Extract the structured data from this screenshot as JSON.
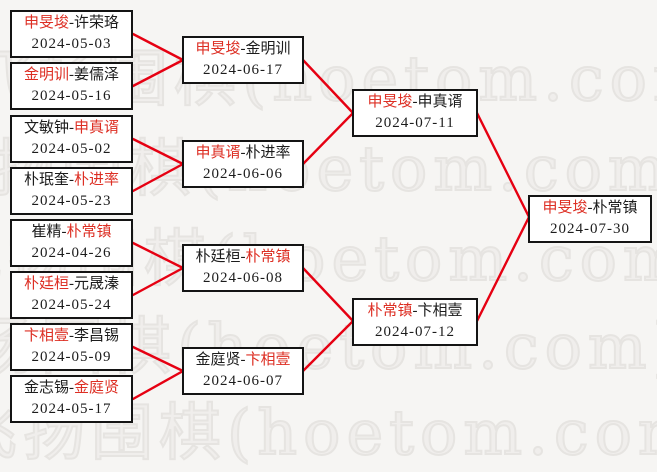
{
  "watermark": {
    "text": "飞扬围棋(hoetom.com)"
  },
  "separator": "-",
  "colors": {
    "background": "#f6f5f3",
    "box_background": "#ffffff",
    "box_border": "#141414",
    "player_text": "#1c1c1c",
    "winner_red": "#dd2f24",
    "connector_red": "#e60012",
    "watermark_gray": "#e6e4e1"
  },
  "bracket": {
    "type": "single-elimination",
    "rounds": [
      {
        "name": "round-of-16",
        "matches": [
          {
            "p1": "申旻埈",
            "p2": "许荣珞",
            "p1_winner": true,
            "p2_winner": false,
            "date": "2024-05-03"
          },
          {
            "p1": "金明训",
            "p2": "姜儒泽",
            "p1_winner": true,
            "p2_winner": false,
            "date": "2024-05-16"
          },
          {
            "p1": "文敏钟",
            "p2": "申真谞",
            "p1_winner": false,
            "p2_winner": true,
            "date": "2024-05-02"
          },
          {
            "p1": "朴珉奎",
            "p2": "朴进率",
            "p1_winner": false,
            "p2_winner": true,
            "date": "2024-05-23"
          },
          {
            "p1": "崔精",
            "p2": "朴常镇",
            "p1_winner": false,
            "p2_winner": true,
            "date": "2024-04-26"
          },
          {
            "p1": "朴廷桓",
            "p2": "元晟溱",
            "p1_winner": true,
            "p2_winner": false,
            "date": "2024-05-24"
          },
          {
            "p1": "卞相壹",
            "p2": "李昌锡",
            "p1_winner": true,
            "p2_winner": false,
            "date": "2024-05-09"
          },
          {
            "p1": "金志锡",
            "p2": "金庭贤",
            "p1_winner": false,
            "p2_winner": true,
            "date": "2024-05-17"
          }
        ]
      },
      {
        "name": "quarterfinals",
        "matches": [
          {
            "p1": "申旻埈",
            "p2": "金明训",
            "p1_winner": true,
            "p2_winner": false,
            "date": "2024-06-17"
          },
          {
            "p1": "申真谞",
            "p2": "朴进率",
            "p1_winner": true,
            "p2_winner": false,
            "date": "2024-06-06"
          },
          {
            "p1": "朴廷桓",
            "p2": "朴常镇",
            "p1_winner": false,
            "p2_winner": true,
            "date": "2024-06-08"
          },
          {
            "p1": "金庭贤",
            "p2": "卞相壹",
            "p1_winner": false,
            "p2_winner": true,
            "date": "2024-06-07"
          }
        ]
      },
      {
        "name": "semifinals",
        "matches": [
          {
            "p1": "申旻埈",
            "p2": "申真谞",
            "p1_winner": true,
            "p2_winner": false,
            "date": "2024-07-11"
          },
          {
            "p1": "朴常镇",
            "p2": "卞相壹",
            "p1_winner": true,
            "p2_winner": false,
            "date": "2024-07-12"
          }
        ]
      },
      {
        "name": "final",
        "matches": [
          {
            "p1": "申旻埈",
            "p2": "朴常镇",
            "p1_winner": true,
            "p2_winner": false,
            "date": "2024-07-30"
          }
        ]
      }
    ]
  }
}
